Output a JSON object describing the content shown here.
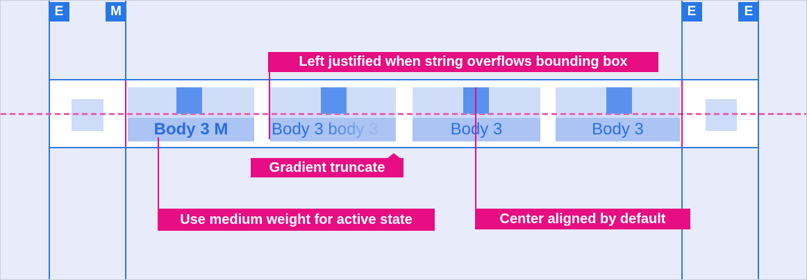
{
  "badges": {
    "items": [
      {
        "label": "E"
      },
      {
        "label": "M"
      },
      {
        "label": "E"
      },
      {
        "label": "E"
      }
    ]
  },
  "tabbar": {
    "tabs": [
      {
        "label": "Body 3 M",
        "state": "active-medium-weight"
      },
      {
        "label": "Body 3 body 3 b",
        "state": "gradient-truncated"
      },
      {
        "label": "Body 3",
        "state": "default"
      },
      {
        "label": "Body 3",
        "state": "default"
      }
    ]
  },
  "annotations": {
    "left_justified": "Left justified when string overflows bounding box",
    "gradient_truncate": "Gradient truncate",
    "active_state": "Use medium weight for active state",
    "center_aligned": "Center aligned by default"
  },
  "colors": {
    "background": "#e8ecfa",
    "guide_blue": "#2b79e0",
    "badge_blue": "#2777e6",
    "annotation_magenta": "#e60e82",
    "baseline_dash_pink": "#ee61ae",
    "tab_highlight_light": "#cfddf9",
    "tab_text_strip": "#abc4f4",
    "spacing_marker_blue": "#5b91ee",
    "edge_square_blue": "#cddcf8",
    "tab_text_blue": "#2d70e1"
  }
}
